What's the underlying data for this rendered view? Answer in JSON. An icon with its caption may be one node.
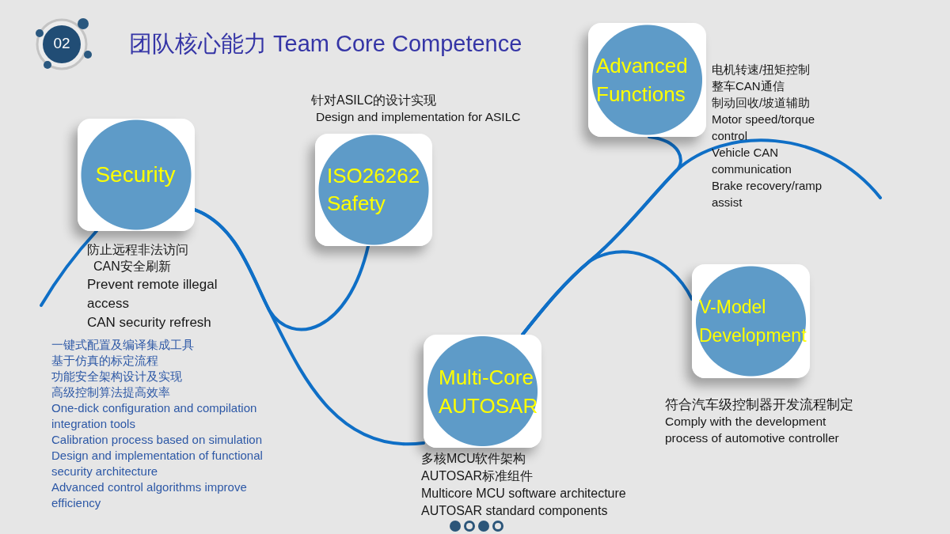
{
  "diagram": {
    "title": "团队核心能力 Team Core Competence",
    "nodes": [
      {
        "text": [
          "02"
        ]
      },
      {
        "text": [
          "Security"
        ],
        "beside": [
          "防止远程非法访问",
          "CAN安全刷新",
          "Prevent remote illegal access",
          "CAN security refresh"
        ]
      },
      {
        "text": [
          "ISO26262 Safety"
        ],
        "beside": [
          "针对ASILC的设计实现",
          "Design and implementation for ASILC"
        ]
      },
      {
        "text": [
          "Multi-Core AUTOSAR"
        ],
        "beside": [
          "多核MCU软件架构",
          "AUTOSAR标准组件",
          "Multicore MCU software architecture",
          "AUTOSAR standard components"
        ]
      },
      {
        "text": [
          "Advanced Functions"
        ],
        "beside": [
          "电机转速/扭矩控制",
          "整车CAN通信",
          "制动回收/坡道辅助",
          "Motor speed/torque control",
          "Vehicle CAN communication",
          "Brake recovery/ramp assist"
        ]
      },
      {
        "text": [
          "V-Model Development"
        ],
        "beside": [
          "符合汽车级控制器开发流程制定",
          "Comply with the development process of automotive controller"
        ]
      }
    ],
    "edges": [
      {
        "from": null,
        "to": 1,
        "arrow": "none"
      },
      {
        "from": 1,
        "to": 2,
        "arrow": "none"
      },
      {
        "from": 1,
        "to": 3,
        "arrow": "none"
      },
      {
        "from": 3,
        "to": 4,
        "arrow": "none"
      },
      {
        "from": 3,
        "to": 5,
        "arrow": "none"
      },
      {
        "from": 3,
        "to": null,
        "arrow": "none"
      }
    ],
    "labels": [
      "一键式配置及编译集成工具",
      "基于仿真的标定流程",
      "功能安全架构设计及实现",
      "高级控制算法提高效率",
      "One-dick configuration and compilation integration tools",
      "Calibration process based on simulation",
      "Design and implementation of functional security architecture",
      "Advanced control algorithms improve efficiency"
    ]
  }
}
